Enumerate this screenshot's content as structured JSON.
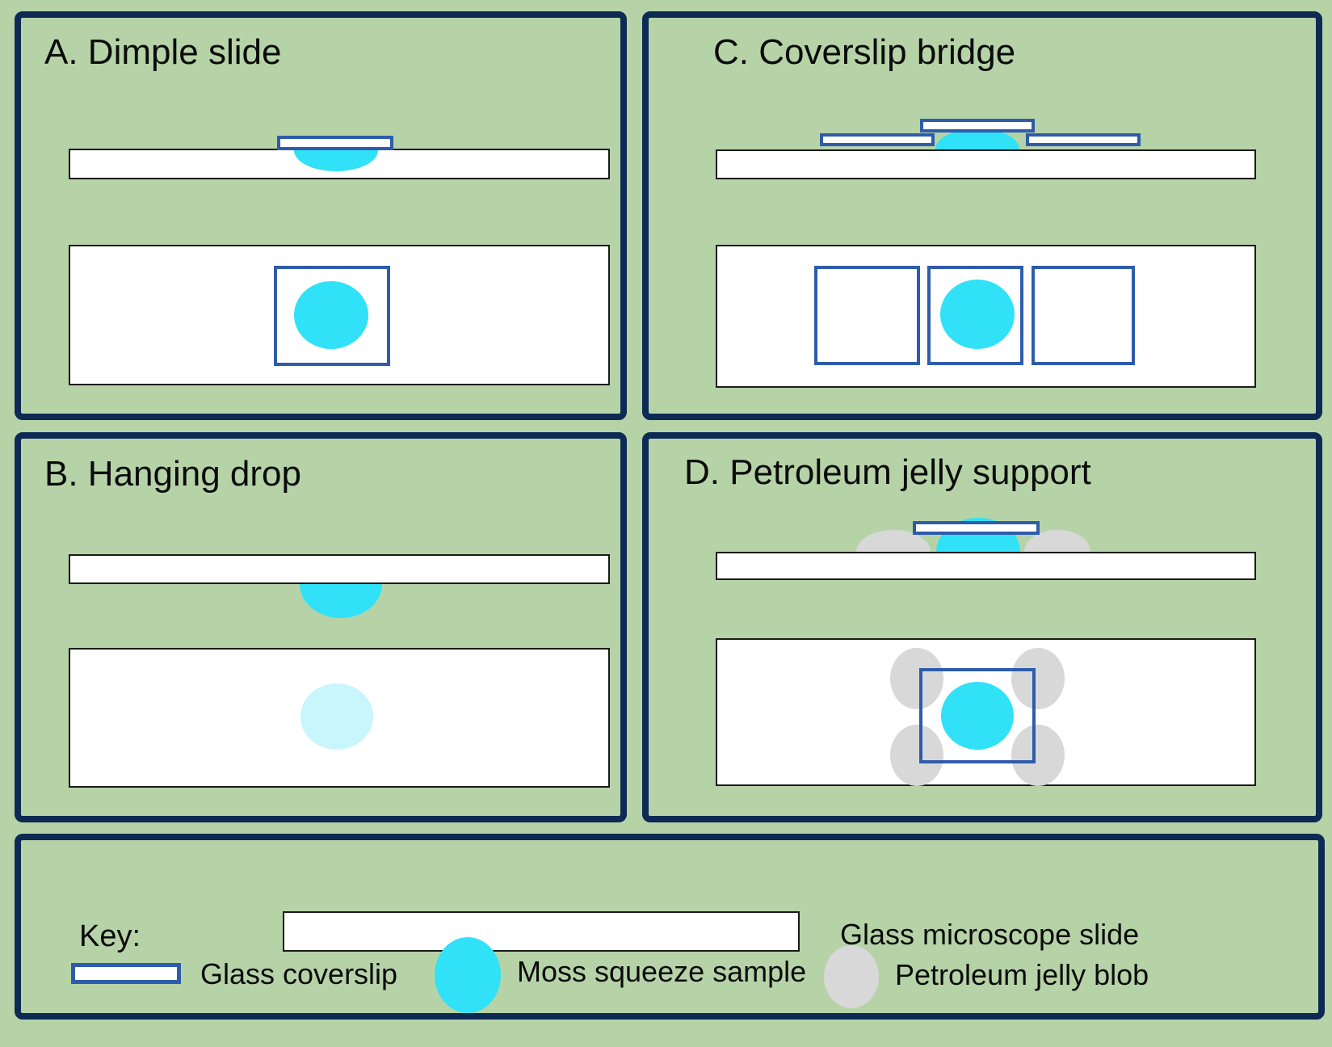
{
  "colors": {
    "background_green": "#b6d3a8",
    "panel_border_navy": "#0d2a55",
    "coverslip_outline_blue": "#2e5cab",
    "slide_outline_black": "#1a1a1a",
    "slide_white": "#ffffff",
    "moss_sample_cyan": "#30e1f7",
    "moss_sample_faint_cyan": "#c9f5fc",
    "petroleum_jelly_gray": "#d8d8d8",
    "text_black": "#0b0b0b"
  },
  "panels": {
    "a": {
      "title": "A. Dimple slide"
    },
    "b": {
      "title": "B. Hanging drop"
    },
    "c": {
      "title": "C. Coverslip bridge"
    },
    "d": {
      "title": "D. Petroleum jelly support"
    }
  },
  "key": {
    "label": "Key:",
    "items": [
      {
        "name": "glass-microscope-slide",
        "label": "Glass microscope slide"
      },
      {
        "name": "glass-coverslip",
        "label": "Glass coverslip"
      },
      {
        "name": "moss-squeeze-sample",
        "label": "Moss squeeze sample"
      },
      {
        "name": "petroleum-jelly-blob",
        "label": "Petroleum jelly blob"
      }
    ]
  }
}
